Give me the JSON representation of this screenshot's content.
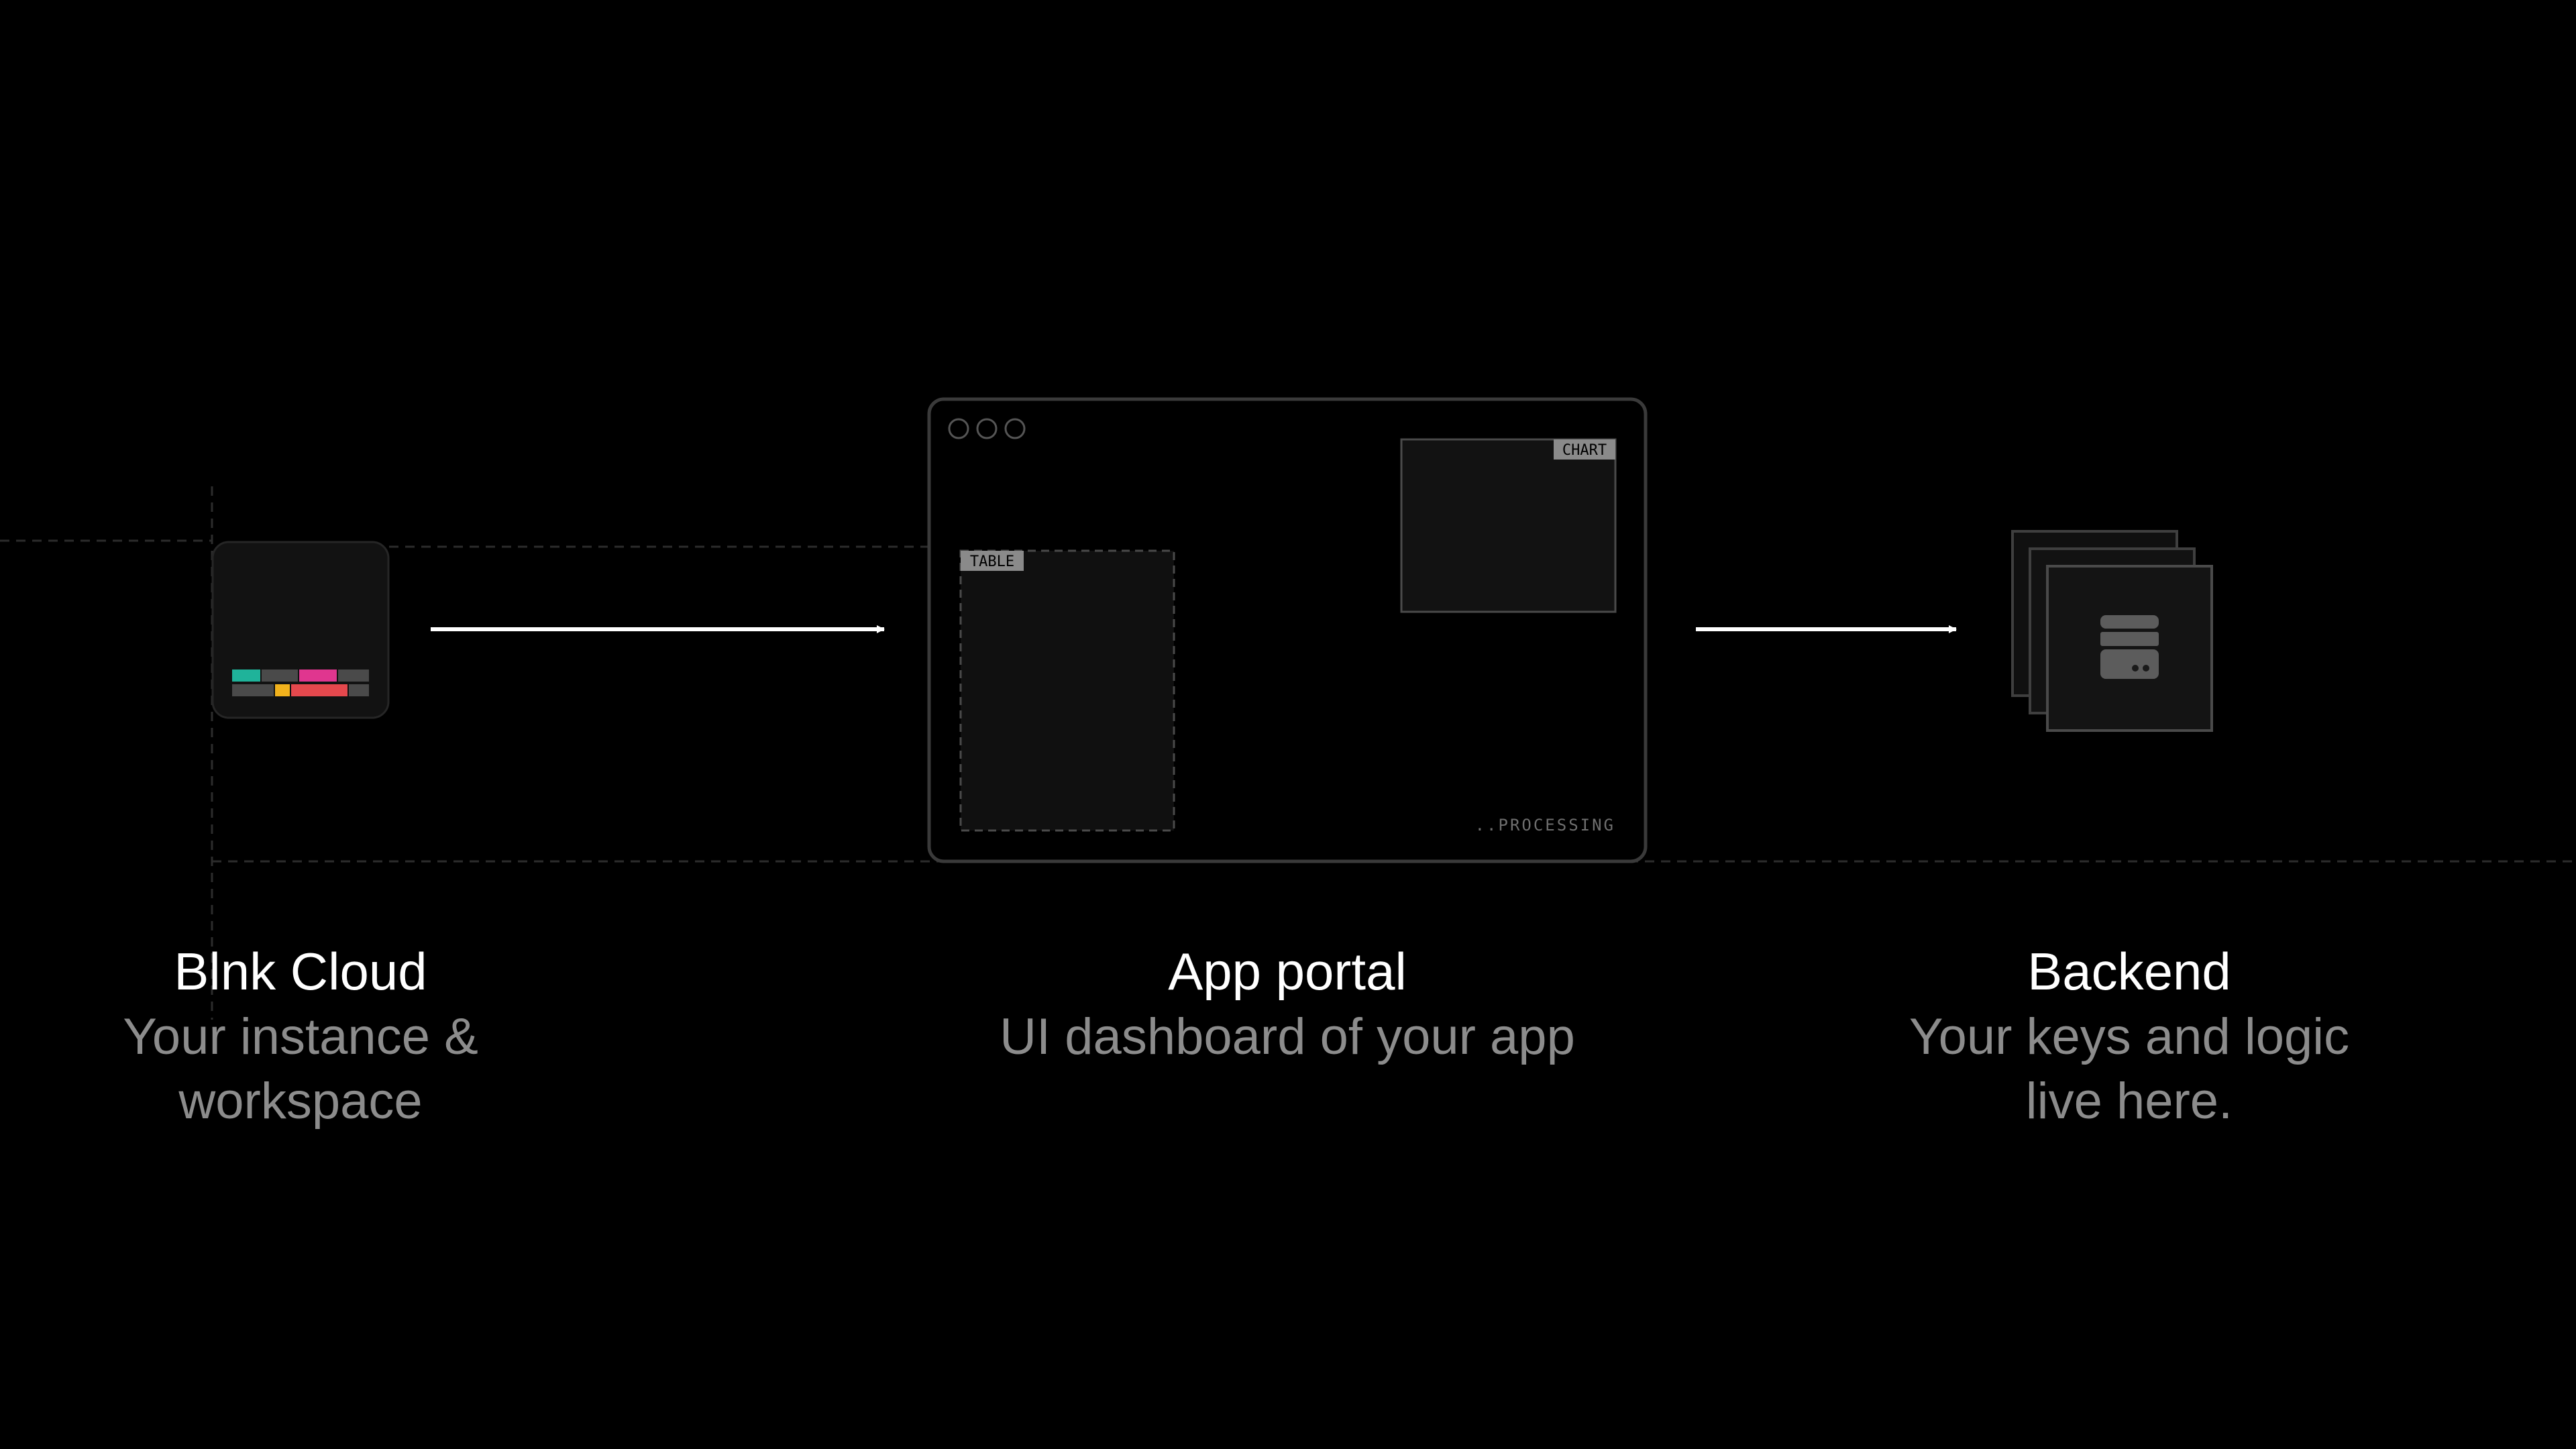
{
  "colors": {
    "background": "#000000",
    "card": "#121212",
    "frame": "#3a3a3a",
    "guide": "#2c2c2c",
    "arrow": "#ffffff",
    "teal": "#1fb39a",
    "pink": "#e0368f",
    "yellow": "#f2b21c",
    "red": "#e5484d",
    "gray_block": "#4a4a4a"
  },
  "nodes": {
    "cloud": {
      "title": "Blnk Cloud",
      "subtitle_line1": "Your instance &",
      "subtitle_line2": "workspace",
      "icon": "blnk-logo-icon"
    },
    "portal": {
      "title": "App portal",
      "subtitle": "UI dashboard of your app",
      "table_tag": "TABLE",
      "chart_tag": "CHART",
      "status_text": "..PROCESSING",
      "icon": "browser-window-icon"
    },
    "backend": {
      "title": "Backend",
      "subtitle_line1": "Your keys and logic",
      "subtitle_line2": "live here.",
      "icon": "server-stack-icon"
    }
  },
  "edges": [
    {
      "from": "cloud",
      "to": "portal",
      "style": "arrow"
    },
    {
      "from": "portal",
      "to": "backend",
      "style": "arrow"
    }
  ]
}
